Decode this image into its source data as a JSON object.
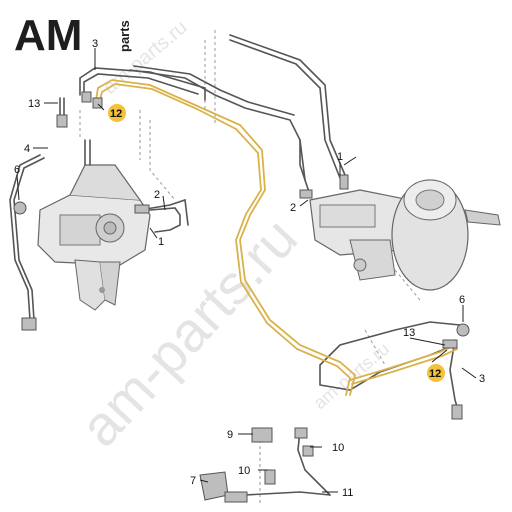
{
  "logo": {
    "big": "AM",
    "small": "parts"
  },
  "watermarks": [
    "am-parts.ru",
    "am-parts.ru",
    "am-parts.ru"
  ],
  "colors": {
    "pipe": "#555555",
    "highlight_pipe": "#d9b24a",
    "badge": "#f3c13a",
    "line": "#222222"
  },
  "callouts": {
    "c3_top": "3",
    "c13_left": "13",
    "c12_top": "12",
    "c4": "4",
    "c6_left": "6",
    "c2_mid": "2",
    "c1_mid": "1",
    "c1_right": "1",
    "c2_right": "2",
    "c6_right": "6",
    "c13_right": "13",
    "c12_right": "12",
    "c3_right": "3",
    "c9": "9",
    "c10_a": "10",
    "c10_b": "10",
    "c7": "7",
    "c11": "11"
  }
}
